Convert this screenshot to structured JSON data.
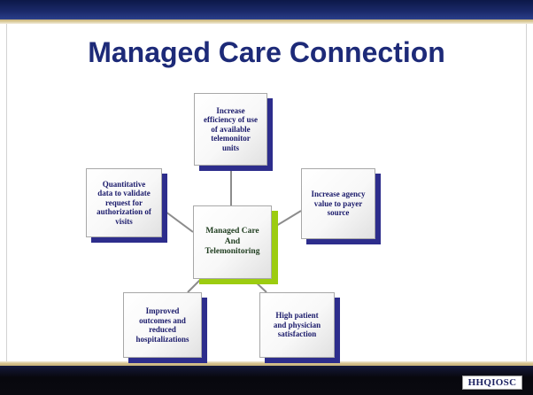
{
  "slide": {
    "title": "Managed Care Connection"
  },
  "diagram": {
    "center": {
      "lines": [
        "Managed Care",
        "And",
        "Telemonitoring"
      ]
    },
    "nodes": [
      {
        "lines": [
          "Increase",
          "efficiency of use",
          "of available",
          "telemonitor",
          "units"
        ]
      },
      {
        "lines": [
          "Quantitative",
          "data to validate",
          "request for",
          "authorization of",
          "visits"
        ]
      },
      {
        "lines": [
          "Increase agency",
          "value to payer",
          "source"
        ]
      },
      {
        "lines": [
          "Improved",
          "outcomes and",
          "reduced",
          "hospitalizations"
        ]
      },
      {
        "lines": [
          "High patient",
          "and physician",
          "satisfaction"
        ]
      }
    ]
  },
  "footer": {
    "logo_text": "HHQIOSC"
  },
  "colors": {
    "header": "#1b2a6b",
    "title": "#1d2a78",
    "node_text": "#1b1b6b",
    "center_text": "#1f3d1f",
    "node_shadow": "#2d2d8c",
    "center_shadow": "#9ccc10",
    "connector": "#8c8c8c",
    "rule": "#c8b27a",
    "footer": "#08080e"
  }
}
